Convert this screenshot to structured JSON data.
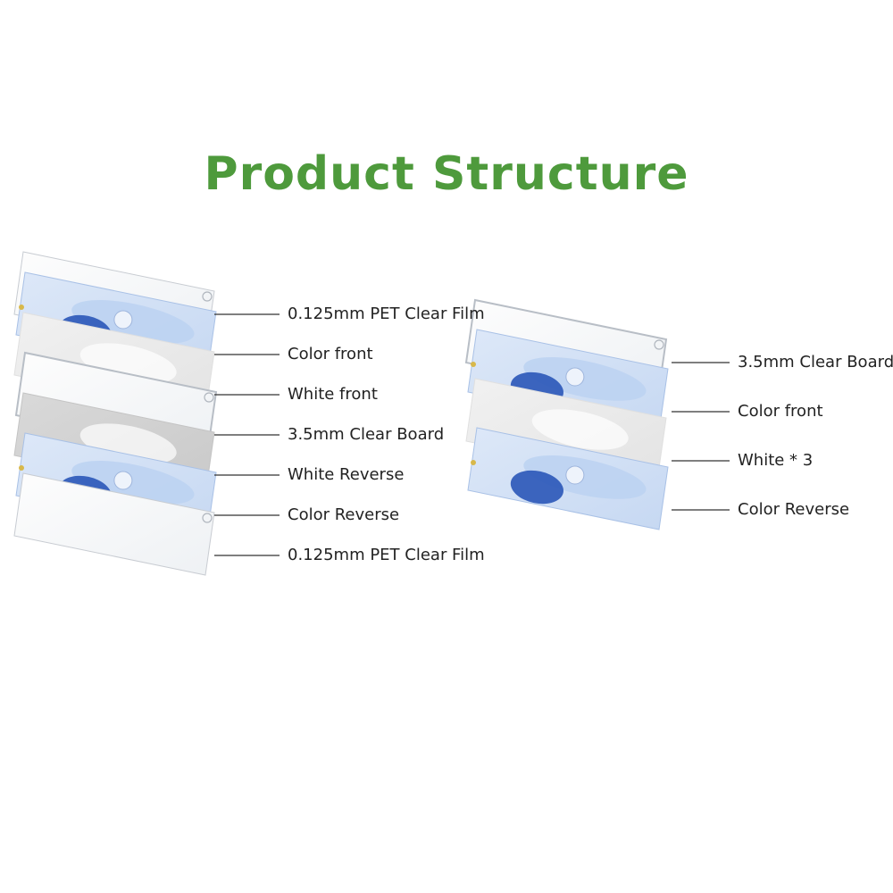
{
  "title": "Product Structure",
  "colors": {
    "title": "#4e9a3c",
    "leader_line": "#333333",
    "film": "#f4f6f8",
    "art_blue": "#2a56b8",
    "art_light": "#bcd3f2"
  },
  "left_stack": {
    "layers": [
      {
        "label": "0.125mm PET Clear Film",
        "kind": "film"
      },
      {
        "label": "Color front",
        "kind": "color"
      },
      {
        "label": "White front",
        "kind": "white"
      },
      {
        "label": "3.5mm Clear Board",
        "kind": "board"
      },
      {
        "label": "White Reverse",
        "kind": "white-gray"
      },
      {
        "label": "Color Reverse",
        "kind": "color"
      },
      {
        "label": "0.125mm PET Clear Film",
        "kind": "film"
      }
    ]
  },
  "right_stack": {
    "layers": [
      {
        "label": "3.5mm Clear Board",
        "kind": "board"
      },
      {
        "label": "Color front",
        "kind": "color"
      },
      {
        "label": "White * 3",
        "kind": "white"
      },
      {
        "label": "Color Reverse",
        "kind": "color"
      }
    ]
  }
}
